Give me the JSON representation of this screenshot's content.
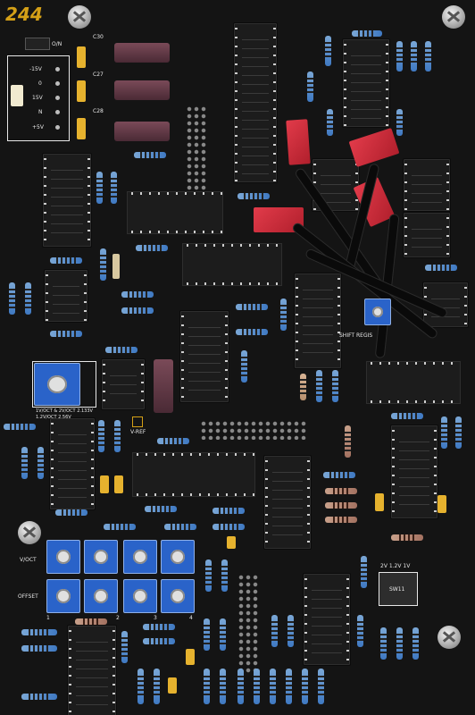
{
  "board": {
    "brand_label": "244",
    "colors": {
      "pcb": "#141414",
      "brand": "#d4a017",
      "silkscreen": "#e8e8e8",
      "resistor": "#3f79c2",
      "film_capacitor": "#e23b4a",
      "trimmer": "#2a63c9"
    }
  },
  "silkscreen": {
    "on": "O/N",
    "power_labels": [
      "-15V",
      "0",
      "15V",
      "N",
      "+5V"
    ],
    "c30": "C30",
    "c27": "C27",
    "c28": "C28",
    "calibration_note_line1": "1V/OCT & 2V/OCT 2.133V",
    "calibration_note_line2": "1.2V/OCT 2.56V",
    "vref": "V-REF",
    "shift_register": "SHIFT REGIS",
    "voct": "V/OCT",
    "offset": "OFFSET",
    "channel_numbers": [
      "1",
      "2",
      "3",
      "4"
    ],
    "voltage_select": "2V 1.2V 1V",
    "sw11": "SW11"
  },
  "icons": [
    "screw-icon",
    "trimmer-pot-icon",
    "chip-icon",
    "resistor-icon",
    "capacitor-icon"
  ]
}
